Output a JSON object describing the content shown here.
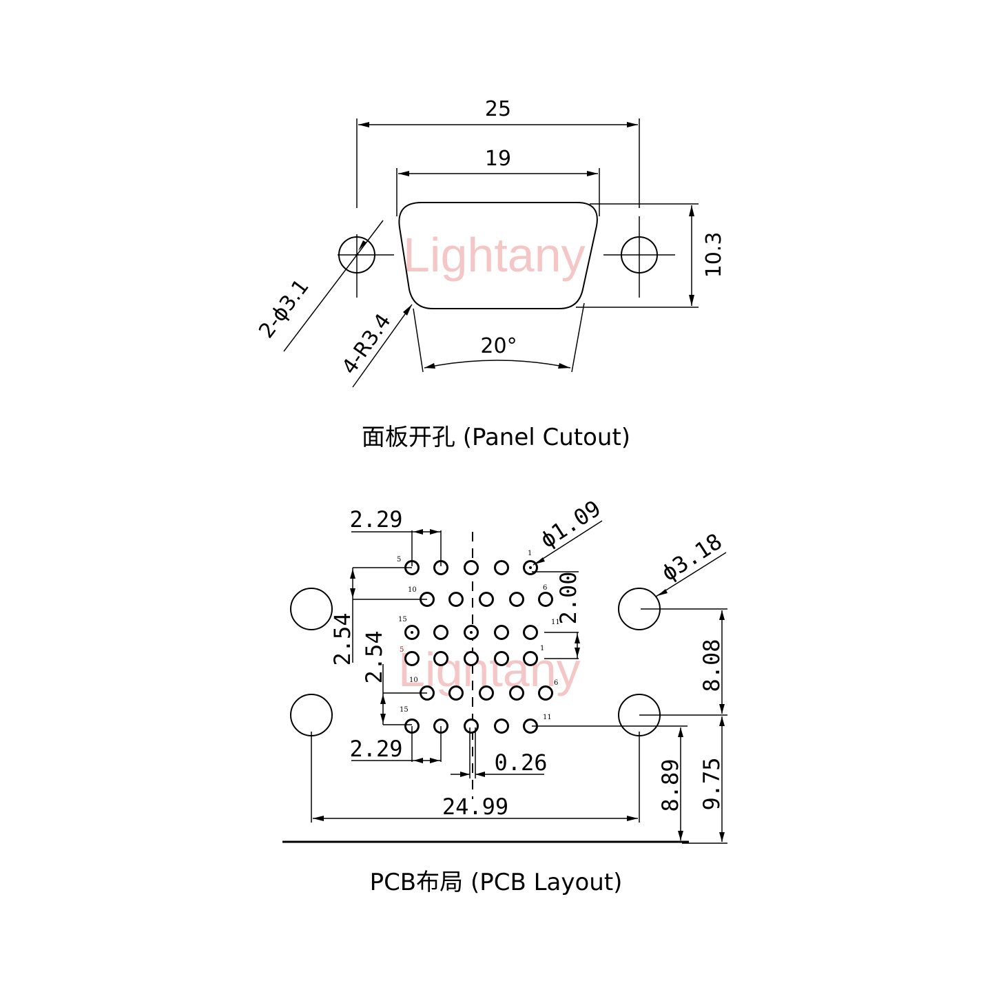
{
  "watermark": "Lightany",
  "panel": {
    "dims": {
      "overall_width": "25",
      "cutout_width": "19",
      "height": "10.3",
      "holes": "2-ϕ3.1",
      "radius": "4-R3.4",
      "angle": "20°"
    },
    "caption": "面板开孔 (Panel Cutout)"
  },
  "pcb": {
    "dims": {
      "pitch_top": "2.29",
      "pitch_bottom": "2.29",
      "pin_dia": "ϕ1.09",
      "mount_dia": "ϕ3.18",
      "row_offset_v": "2.00",
      "row_gap_left": "2.54",
      "row_gap_left2": "2.54",
      "mount_v": "8.08",
      "board_edge_a": "8.89",
      "board_edge_b": "9.75",
      "offset": "0.26",
      "mount_h": "24.99"
    },
    "pin_labels": {
      "t1": "1",
      "t5": "5",
      "t6": "6",
      "t10": "10",
      "t11": "11",
      "t15": "15",
      "b1": "1",
      "b5": "5",
      "b6": "6",
      "b10": "10",
      "b11": "11",
      "b15": "15"
    },
    "caption": "PCB布局 (PCB Layout)"
  }
}
